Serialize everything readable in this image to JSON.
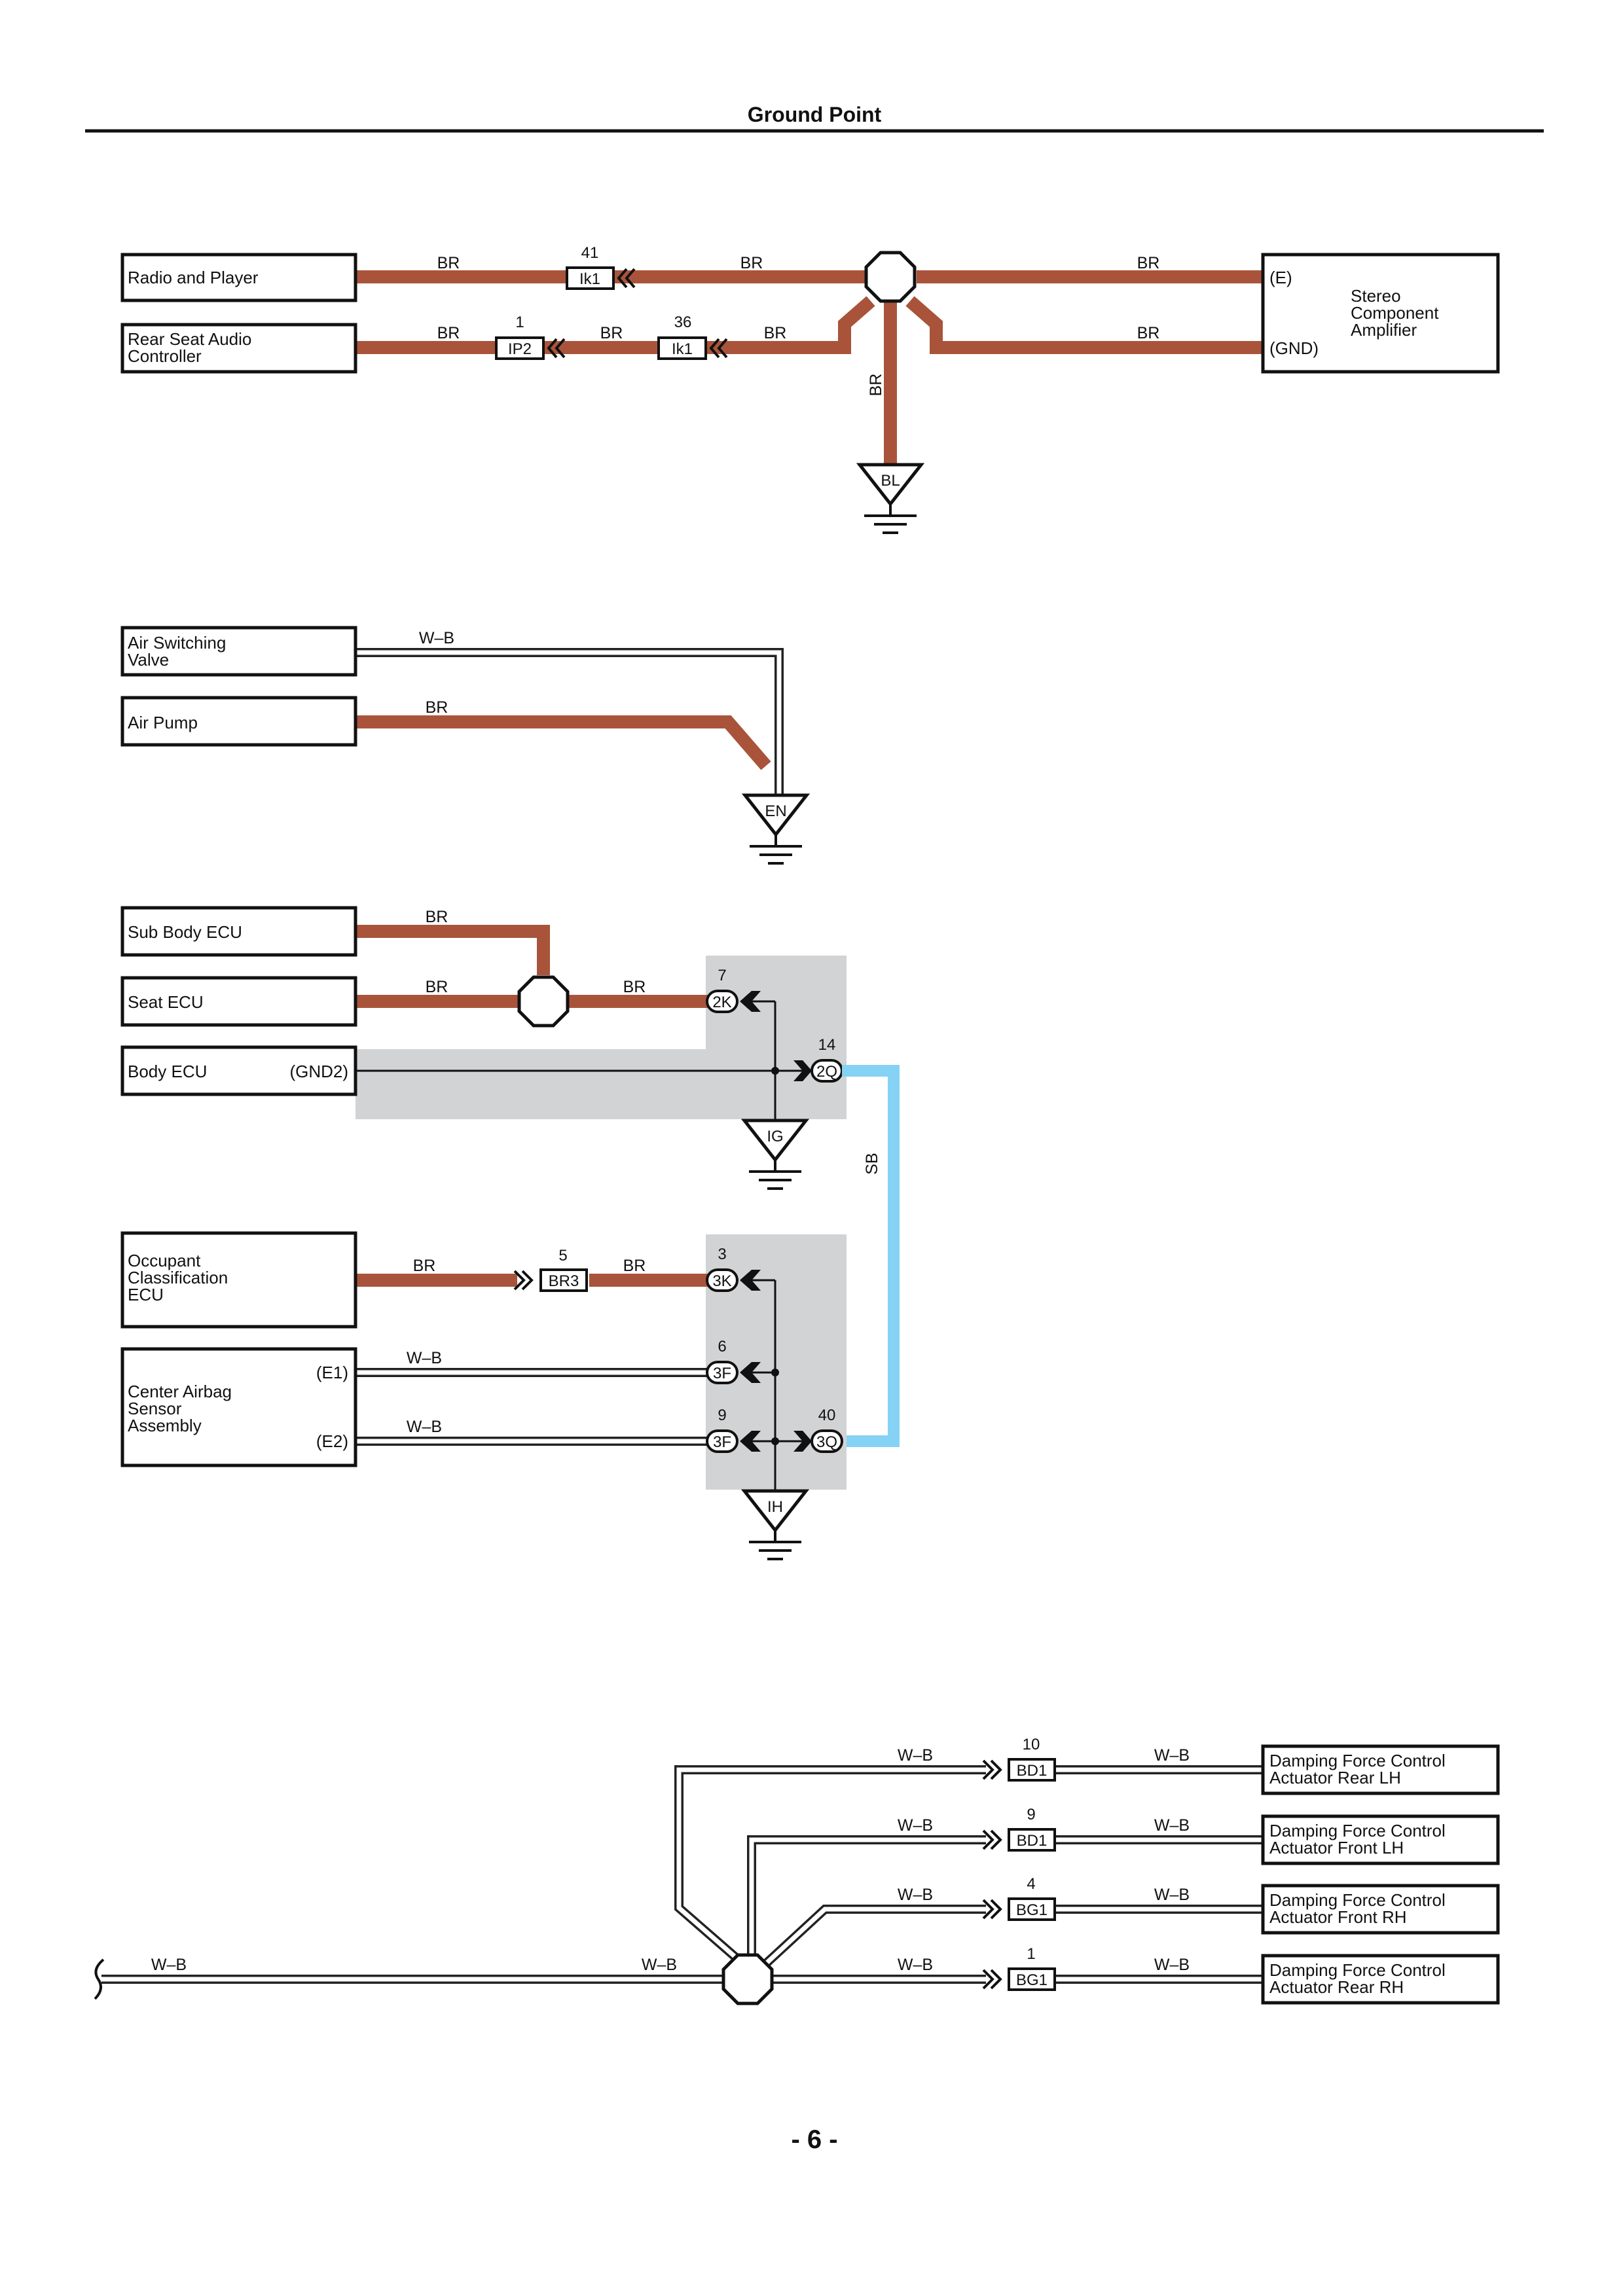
{
  "header": {
    "title": "Ground Point"
  },
  "footer": {
    "page": "- 6 -"
  },
  "colors": {
    "br": "#a9543a",
    "sb": "#86d2f5",
    "wb_outline": "#222222",
    "shade": "#d2d3d5"
  },
  "components": {
    "radio_and_player": [
      "Radio and Player"
    ],
    "rear_seat_audio_controller": [
      "Rear Seat Audio",
      "Controller"
    ],
    "stereo_component_amplifier": [
      "Stereo",
      "Component",
      "Amplifier"
    ],
    "stereo_pin_e": "(E)",
    "stereo_pin_gnd": "(GND)",
    "air_switching_valve": [
      "Air Switching",
      "Valve"
    ],
    "air_pump": [
      "Air Pump"
    ],
    "sub_body_ecu": [
      "Sub Body ECU"
    ],
    "seat_ecu": [
      "Seat ECU"
    ],
    "body_ecu": [
      "Body ECU"
    ],
    "body_ecu_pin": "(GND2)",
    "occupant_classification_ecu": [
      "Occupant",
      "Classification",
      "ECU"
    ],
    "center_airbag_sensor_assembly": [
      "Center Airbag",
      "Sensor",
      "Assembly"
    ],
    "airbag_pin_e1": "(E1)",
    "airbag_pin_e2": "(E2)",
    "damping_rear_lh": [
      "Damping Force Control",
      "Actuator Rear LH"
    ],
    "damping_front_lh": [
      "Damping Force Control",
      "Actuator Front LH"
    ],
    "damping_front_rh": [
      "Damping Force Control",
      "Actuator Front RH"
    ],
    "damping_rear_rh": [
      "Damping Force Control",
      "Actuator Rear RH"
    ]
  },
  "wire_colors": {
    "br": "BR",
    "wb": "W–B",
    "sb": "SB"
  },
  "connectors": {
    "ik1_top": "Ik1",
    "ik1_top_pin": "41",
    "ip2": "IP2",
    "ip2_pin": "1",
    "ik1_bottom": "Ik1",
    "ik1_bottom_pin": "36",
    "br3": "BR3",
    "br3_pin": "5",
    "bd1_a": "BD1",
    "bd1_a_pin": "10",
    "bd1_b": "BD1",
    "bd1_b_pin": "9",
    "bg1_a": "BG1",
    "bg1_a_pin": "4",
    "bg1_b": "BG1",
    "bg1_b_pin": "1"
  },
  "junction_pins": {
    "2k": "2K",
    "2k_pin": "7",
    "2q": "2Q",
    "2q_pin": "14",
    "3k": "3K",
    "3k_pin": "3",
    "3f_a": "3F",
    "3f_a_pin": "6",
    "3f_b": "3F",
    "3f_b_pin": "9",
    "3q": "3Q",
    "3q_pin": "40"
  },
  "grounds": {
    "bl": "BL",
    "en": "EN",
    "ig": "IG",
    "ih": "IH"
  }
}
